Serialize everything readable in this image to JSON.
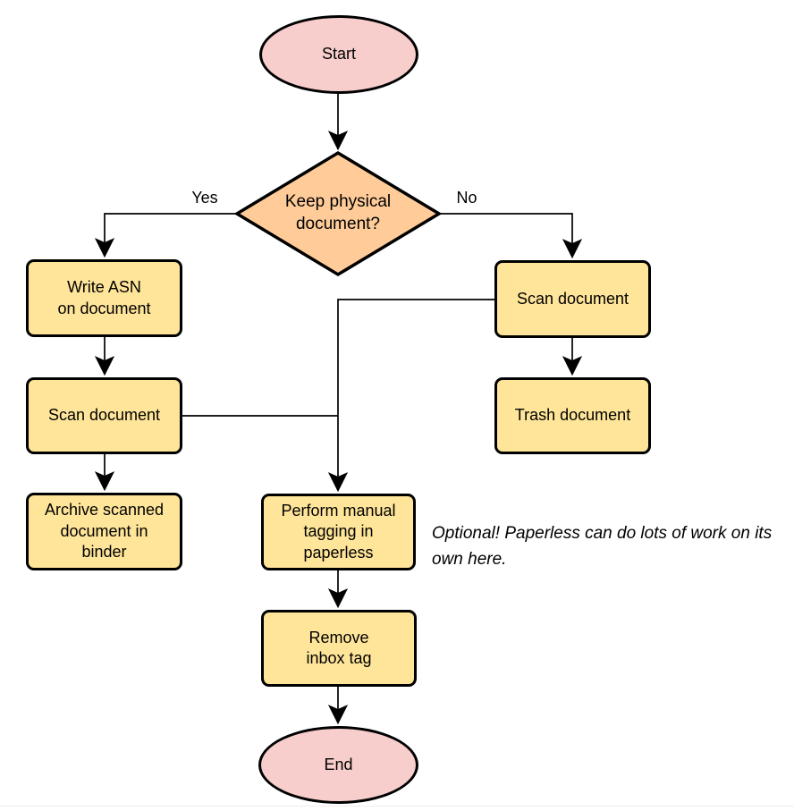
{
  "colors": {
    "terminal_fill": "#F8CECC",
    "decision_fill": "#FFCC99",
    "process_fill": "#FFE599",
    "stroke": "#000000"
  },
  "nodes": {
    "start": {
      "label": "Start",
      "type": "terminal"
    },
    "decision": {
      "label": "Keep physical\ndocument?",
      "type": "decision"
    },
    "write_asn": {
      "label": "Write ASN\non document",
      "type": "process"
    },
    "scan_left": {
      "label": "Scan document",
      "type": "process"
    },
    "archive": {
      "label": "Archive scanned\ndocument in\nbinder",
      "type": "process"
    },
    "scan_right": {
      "label": "Scan document",
      "type": "process"
    },
    "trash": {
      "label": "Trash document",
      "type": "process"
    },
    "tagging": {
      "label": "Perform manual\ntagging in\npaperless",
      "type": "process"
    },
    "remove_tag": {
      "label": "Remove\ninbox tag",
      "type": "process"
    },
    "end": {
      "label": "End",
      "type": "terminal"
    }
  },
  "edge_labels": {
    "yes": "Yes",
    "no": "No"
  },
  "annotation": "Optional! Paperless can do lots of work on its own here."
}
